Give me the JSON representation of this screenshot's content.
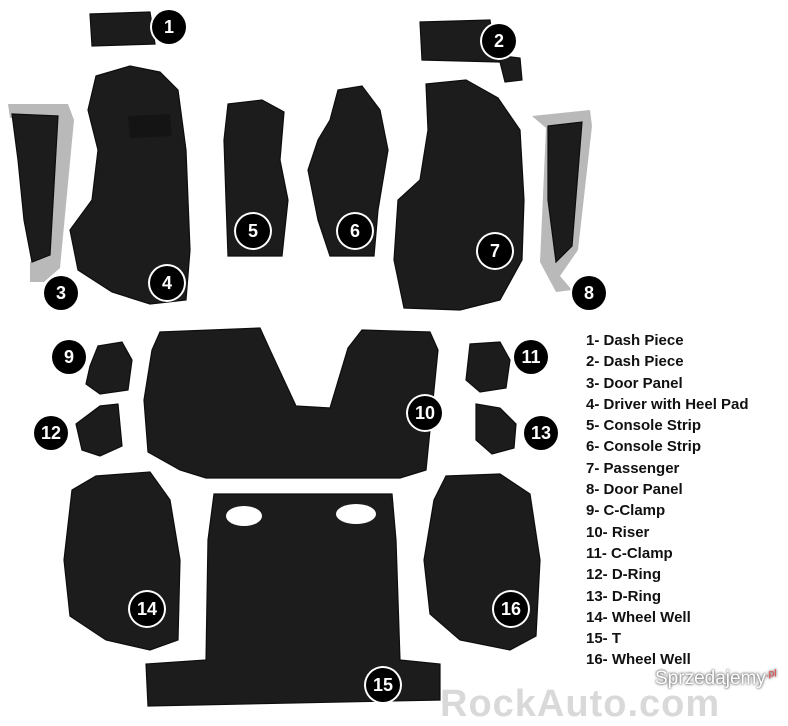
{
  "pieces": [
    {
      "number": "1",
      "label": "1- Dash Piece"
    },
    {
      "number": "2",
      "label": "2- Dash Piece"
    },
    {
      "number": "3",
      "label": "3- Door Panel"
    },
    {
      "number": "4",
      "label": "4- Driver with Heel Pad"
    },
    {
      "number": "5",
      "label": "5- Console Strip"
    },
    {
      "number": "6",
      "label": "6- Console Strip"
    },
    {
      "number": "7",
      "label": "7- Passenger"
    },
    {
      "number": "8",
      "label": "8- Door Panel"
    },
    {
      "number": "9",
      "label": "9- C-Clamp"
    },
    {
      "number": "10",
      "label": "10- Riser"
    },
    {
      "number": "11",
      "label": "11- C-Clamp"
    },
    {
      "number": "12",
      "label": "12- D-Ring"
    },
    {
      "number": "13",
      "label": "13- D-Ring"
    },
    {
      "number": "14",
      "label": "14- Wheel Well"
    },
    {
      "number": "15",
      "label": "15- T"
    },
    {
      "number": "16",
      "label": "16- Wheel Well"
    }
  ],
  "watermarks": {
    "rockauto": "RockAuto.com",
    "sprzedajemy": "Sprzedajemy",
    "sprzedajemy_tld": ".pl"
  },
  "colors": {
    "carpet": "#1c1c1c",
    "badge": "#000000",
    "background": "#ffffff"
  }
}
